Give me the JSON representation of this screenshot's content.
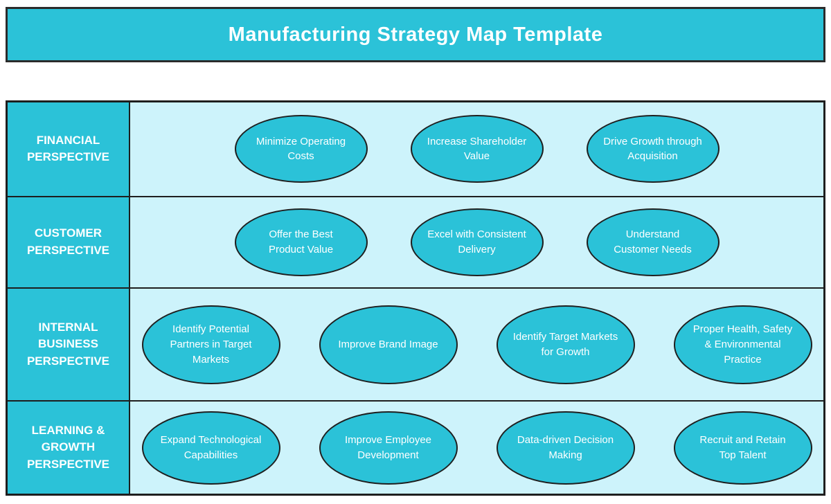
{
  "title": "Manufacturing Strategy Map Template",
  "colors": {
    "cyan_fill": "#2bc2d8",
    "light_background": "#cdf3fb",
    "border": "#1e1e1e",
    "text": "#ffffff"
  },
  "rows": [
    {
      "label": "FINANCIAL PERSPECTIVE",
      "ovals": [
        "Minimize Operating Costs",
        "Increase Shareholder Value",
        "Drive Growth through Acquisition"
      ]
    },
    {
      "label": "CUSTOMER PERSPECTIVE",
      "ovals": [
        "Offer the Best Product Value",
        "Excel with Consistent Delivery",
        "Understand Customer Needs"
      ]
    },
    {
      "label": "INTERNAL BUSINESS PERSPECTIVE",
      "ovals": [
        "Identify Potential Partners in Target Markets",
        "Improve Brand Image",
        "Identify Target Markets for Growth",
        "Proper Health, Safety & Environmental Practice"
      ]
    },
    {
      "label": "LEARNING & GROWTH PERSPECTIVE",
      "ovals": [
        "Expand Technological Capabilities",
        "Improve Employee Development",
        "Data-driven Decision Making",
        "Recruit and Retain Top Talent"
      ]
    }
  ]
}
